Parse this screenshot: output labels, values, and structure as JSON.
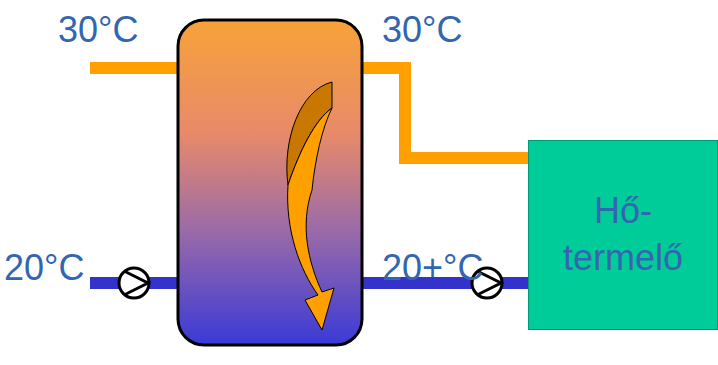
{
  "diagram": {
    "nodes": [
      {
        "text": [
          "Hő- termelő"
        ]
      }
    ],
    "labels": [
      "30°C",
      "30°C",
      "20°C",
      "20+°C"
    ]
  }
}
